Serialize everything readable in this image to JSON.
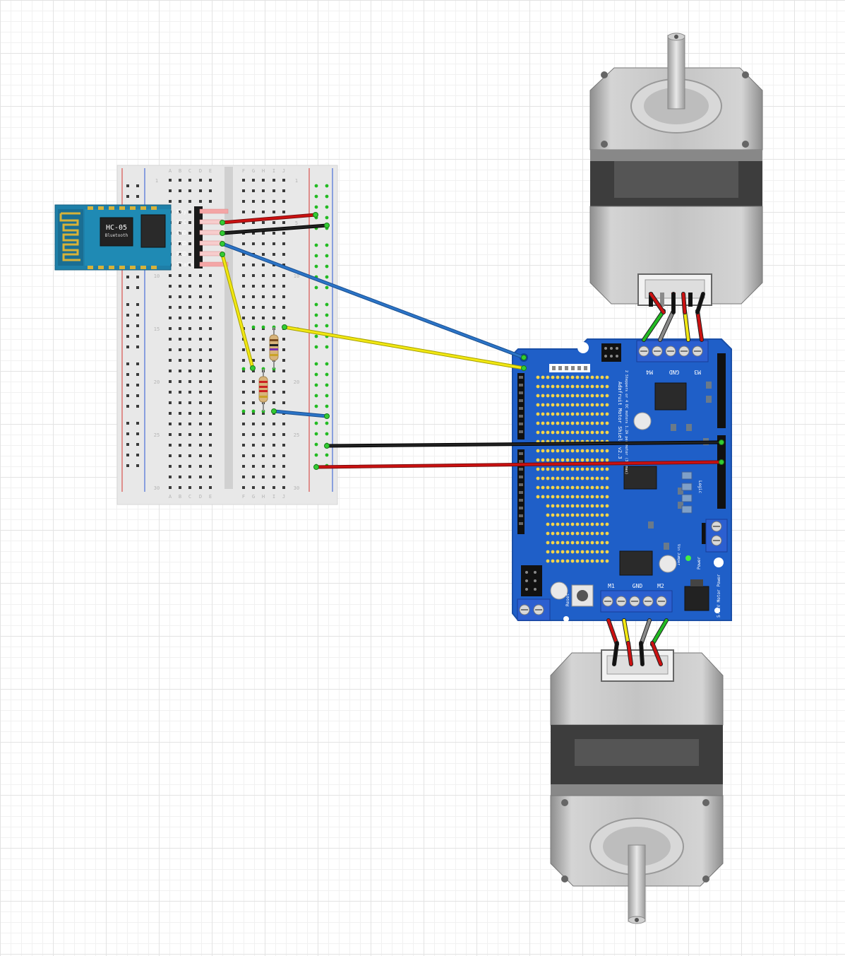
{
  "breadboard": {
    "columns_left": [
      "A",
      "B",
      "C",
      "D",
      "E"
    ],
    "columns_right": [
      "F",
      "G",
      "H",
      "I",
      "J"
    ],
    "row_numbers": [
      "1",
      "5",
      "10",
      "15",
      "20",
      "25",
      "30"
    ]
  },
  "bluetooth": {
    "model": "HC-05",
    "brand": "Bluetooth",
    "pins": [
      "Key",
      "VCC",
      "GND",
      "TXD",
      "RXD",
      "State"
    ]
  },
  "shield": {
    "title": "Adafruit Motor Shield v2.3",
    "motor_labels_top": [
      "M4",
      "GND",
      "M3"
    ],
    "motor_labels_bottom": [
      "M1",
      "GND",
      "M2"
    ],
    "buttons": [
      "Reset"
    ],
    "notes": [
      "2 Steppers or 4 DC motors 1.2A per motor (3A max)"
    ],
    "misc": [
      "Power",
      "Vin Jumper",
      "5-12V Motor Power",
      "Logic"
    ]
  },
  "colors": {
    "shield": "#1f5fc8",
    "bt_board": "#1e7fa8",
    "wire_red": "#cc1111",
    "wire_black": "#111111",
    "wire_blue": "#2b74c7",
    "wire_yellow": "#f2e812",
    "wire_green": "#22bb22",
    "wire_gray": "#8a8a8a"
  }
}
